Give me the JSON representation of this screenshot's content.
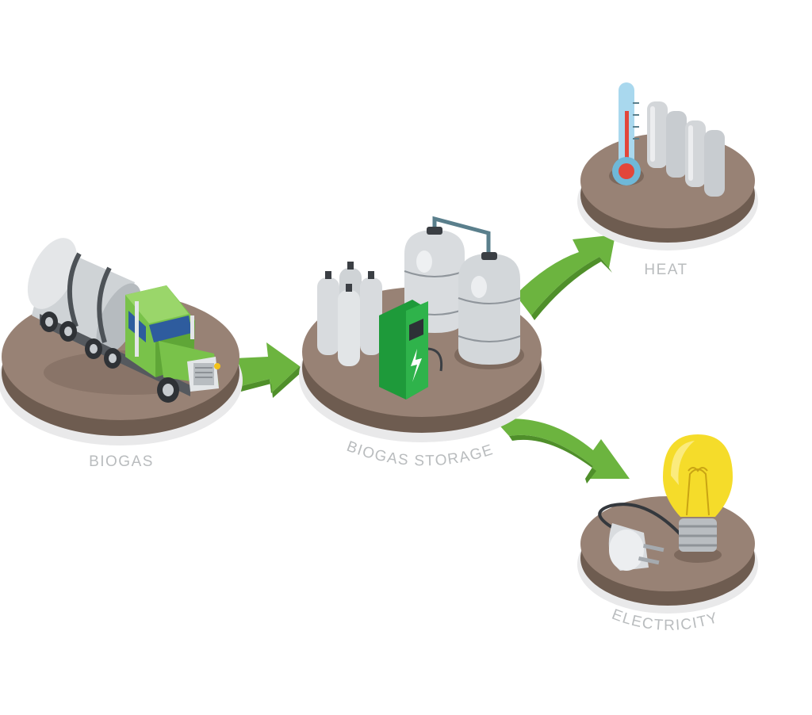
{
  "diagram": {
    "nodes": {
      "biogas": {
        "label": "BIOGAS",
        "icon": "tanker-truck-icon"
      },
      "storage": {
        "label": "BIOGAS STORAGE",
        "icon": "gas-storage-tanks-icon"
      },
      "heat": {
        "label": "HEAT",
        "icon": "thermometer-radiator-icon"
      },
      "electricity": {
        "label": "ELECTRICITY",
        "icon": "light-bulb-plug-icon"
      }
    },
    "flows": [
      {
        "from": "BIOGAS",
        "to": "BIOGAS STORAGE"
      },
      {
        "from": "BIOGAS STORAGE",
        "to": "HEAT"
      },
      {
        "from": "BIOGAS STORAGE",
        "to": "ELECTRICITY"
      }
    ]
  },
  "colors": {
    "platform_top": "#988275",
    "platform_side": "#6e5c50",
    "arrow_green": "#6cb43f",
    "truck_green": "#79c24a",
    "tank_gray": "#d9dcdf",
    "bulb_yellow": "#f5dc2a",
    "label_gray": "#b9bcbe"
  }
}
